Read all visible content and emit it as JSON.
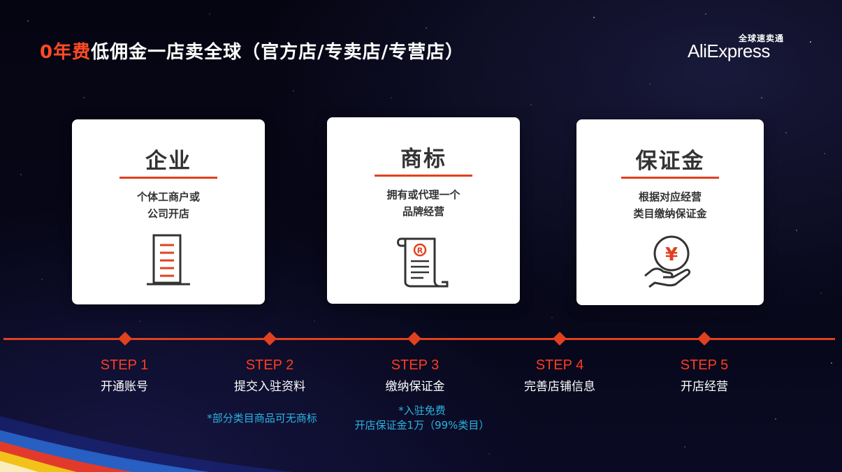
{
  "header": {
    "title_highlight": "0年费",
    "title_rest": "低佣金一店卖全球（官方店/专卖店/专营店）"
  },
  "brand": {
    "cn": "全球速卖通",
    "en": "AliExpress",
    "mark_color": "#e2401e"
  },
  "cards": [
    {
      "title": "企业",
      "desc_line1": "个体工商户或",
      "desc_line2": "公司开店",
      "icon": "building-icon"
    },
    {
      "title": "商标",
      "desc_line1": "拥有或代理一个",
      "desc_line2": "品牌经营",
      "icon": "trademark-scroll-icon"
    },
    {
      "title": "保证金",
      "desc_line1": "根据对应经营",
      "desc_line2": "类目缴纳保证金",
      "icon": "yuan-coin-hand-icon"
    }
  ],
  "steps": [
    {
      "label": "STEP 1",
      "name": "开通账号"
    },
    {
      "label": "STEP 2",
      "name": "提交入驻资料"
    },
    {
      "label": "STEP 3",
      "name": "缴纳保证金"
    },
    {
      "label": "STEP 4",
      "name": "完善店铺信息"
    },
    {
      "label": "STEP 5",
      "name": "开店经营"
    }
  ],
  "notes": {
    "step2": "*部分类目商品可无商标",
    "step3_line1": "*入驻免费",
    "step3_line2": "开店保证金1万（99%类目）"
  },
  "colors": {
    "accent": "#e2401e",
    "note": "#2ab4e0",
    "background": "#04040f"
  }
}
